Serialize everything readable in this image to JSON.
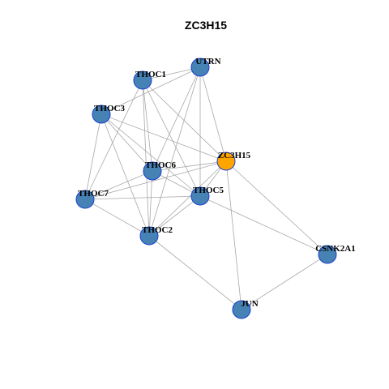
{
  "title": "ZC3H15",
  "colors": {
    "node_default": "#4682b4",
    "node_focus": "#ffa500",
    "node_border": "#1a3fcf",
    "edge": "#a8a8a8"
  },
  "nodes": [
    {
      "id": "UTRN",
      "label": "UTRN",
      "focus": false
    },
    {
      "id": "THOC1",
      "label": "THOC1",
      "focus": false
    },
    {
      "id": "THOC3",
      "label": "THOC3",
      "focus": false
    },
    {
      "id": "ZC3H15",
      "label": "ZC3H15",
      "focus": true
    },
    {
      "id": "THOC6",
      "label": "THOC6",
      "focus": false
    },
    {
      "id": "THOC5",
      "label": "THOC5",
      "focus": false
    },
    {
      "id": "THOC7",
      "label": "THOC7",
      "focus": false
    },
    {
      "id": "THOC2",
      "label": "THOC2",
      "focus": false
    },
    {
      "id": "CSNK2A1",
      "label": "CSNK2A1",
      "focus": false
    },
    {
      "id": "JUN",
      "label": "JUN",
      "focus": false
    }
  ],
  "edges": [
    [
      "THOC1",
      "UTRN"
    ],
    [
      "THOC3",
      "UTRN"
    ],
    [
      "UTRN",
      "ZC3H15"
    ],
    [
      "UTRN",
      "THOC6"
    ],
    [
      "UTRN",
      "THOC5"
    ],
    [
      "UTRN",
      "THOC2"
    ],
    [
      "THOC1",
      "ZC3H15"
    ],
    [
      "THOC1",
      "THOC6"
    ],
    [
      "THOC1",
      "THOC5"
    ],
    [
      "THOC1",
      "THOC7"
    ],
    [
      "THOC1",
      "THOC2"
    ],
    [
      "THOC3",
      "ZC3H15"
    ],
    [
      "THOC3",
      "THOC6"
    ],
    [
      "THOC3",
      "THOC5"
    ],
    [
      "THOC3",
      "THOC7"
    ],
    [
      "THOC3",
      "THOC2"
    ],
    [
      "ZC3H15",
      "THOC6"
    ],
    [
      "ZC3H15",
      "THOC5"
    ],
    [
      "ZC3H15",
      "THOC7"
    ],
    [
      "ZC3H15",
      "THOC2"
    ],
    [
      "ZC3H15",
      "CSNK2A1"
    ],
    [
      "ZC3H15",
      "JUN"
    ],
    [
      "THOC6",
      "THOC5"
    ],
    [
      "THOC6",
      "THOC7"
    ],
    [
      "THOC6",
      "THOC2"
    ],
    [
      "THOC5",
      "THOC7"
    ],
    [
      "THOC5",
      "THOC2"
    ],
    [
      "THOC5",
      "CSNK2A1"
    ],
    [
      "THOC7",
      "THOC2"
    ],
    [
      "THOC2",
      "JUN"
    ],
    [
      "CSNK2A1",
      "JUN"
    ]
  ]
}
